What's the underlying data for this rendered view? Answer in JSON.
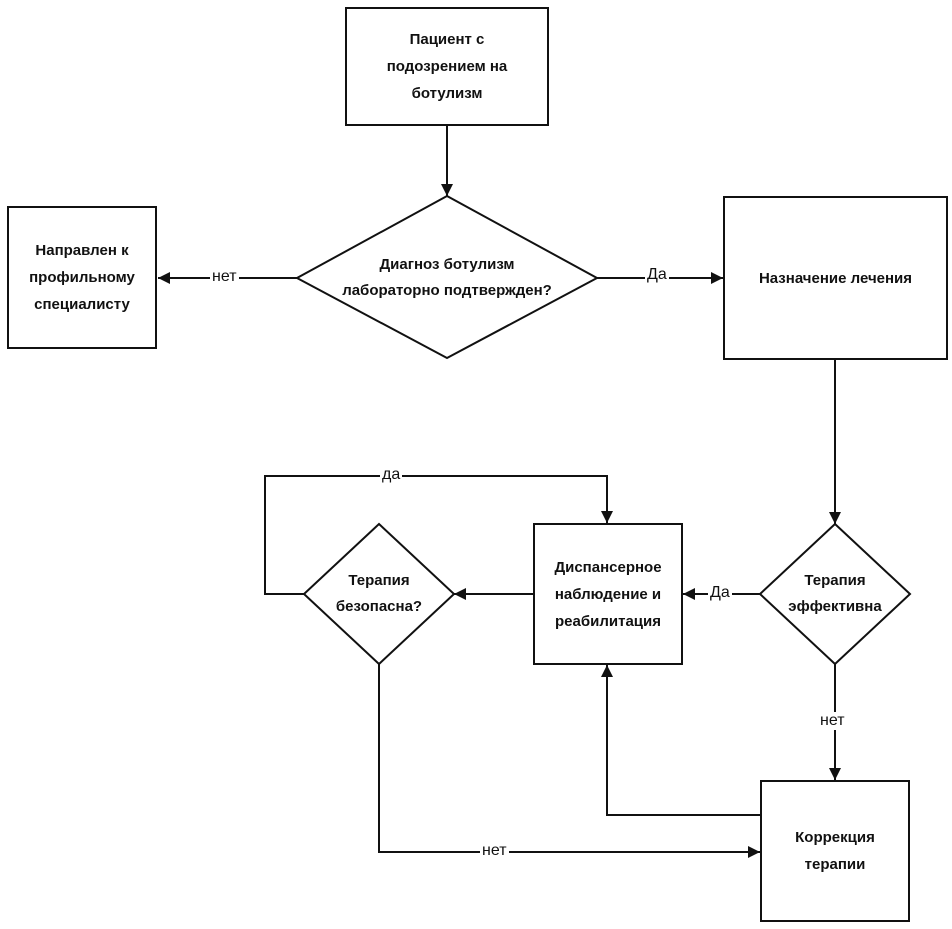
{
  "nodes": {
    "start": {
      "lines": [
        "Пациент с",
        "подозрением на",
        "ботулизм"
      ]
    },
    "diagnosis": {
      "lines": [
        "Диагноз ботулизм",
        "лабораторно подтвержден?"
      ]
    },
    "referral": {
      "lines": [
        "Направлен к",
        "профильному",
        "специалисту"
      ]
    },
    "treatment": {
      "lines": [
        "Назначение лечения"
      ]
    },
    "effective": {
      "lines": [
        "Терапия",
        "эффективна"
      ]
    },
    "followup": {
      "lines": [
        "Диспансерное",
        "наблюдение и",
        "реабилитация"
      ]
    },
    "safe": {
      "lines": [
        "Терапия",
        "безопасна?"
      ]
    },
    "correction": {
      "lines": [
        "Коррекция",
        "терапии"
      ]
    }
  },
  "edges": {
    "diag_no": "нет",
    "diag_yes": "Да",
    "eff_yes": "Да",
    "eff_no": "нет",
    "safe_yes": "да",
    "safe_no": "нет"
  }
}
